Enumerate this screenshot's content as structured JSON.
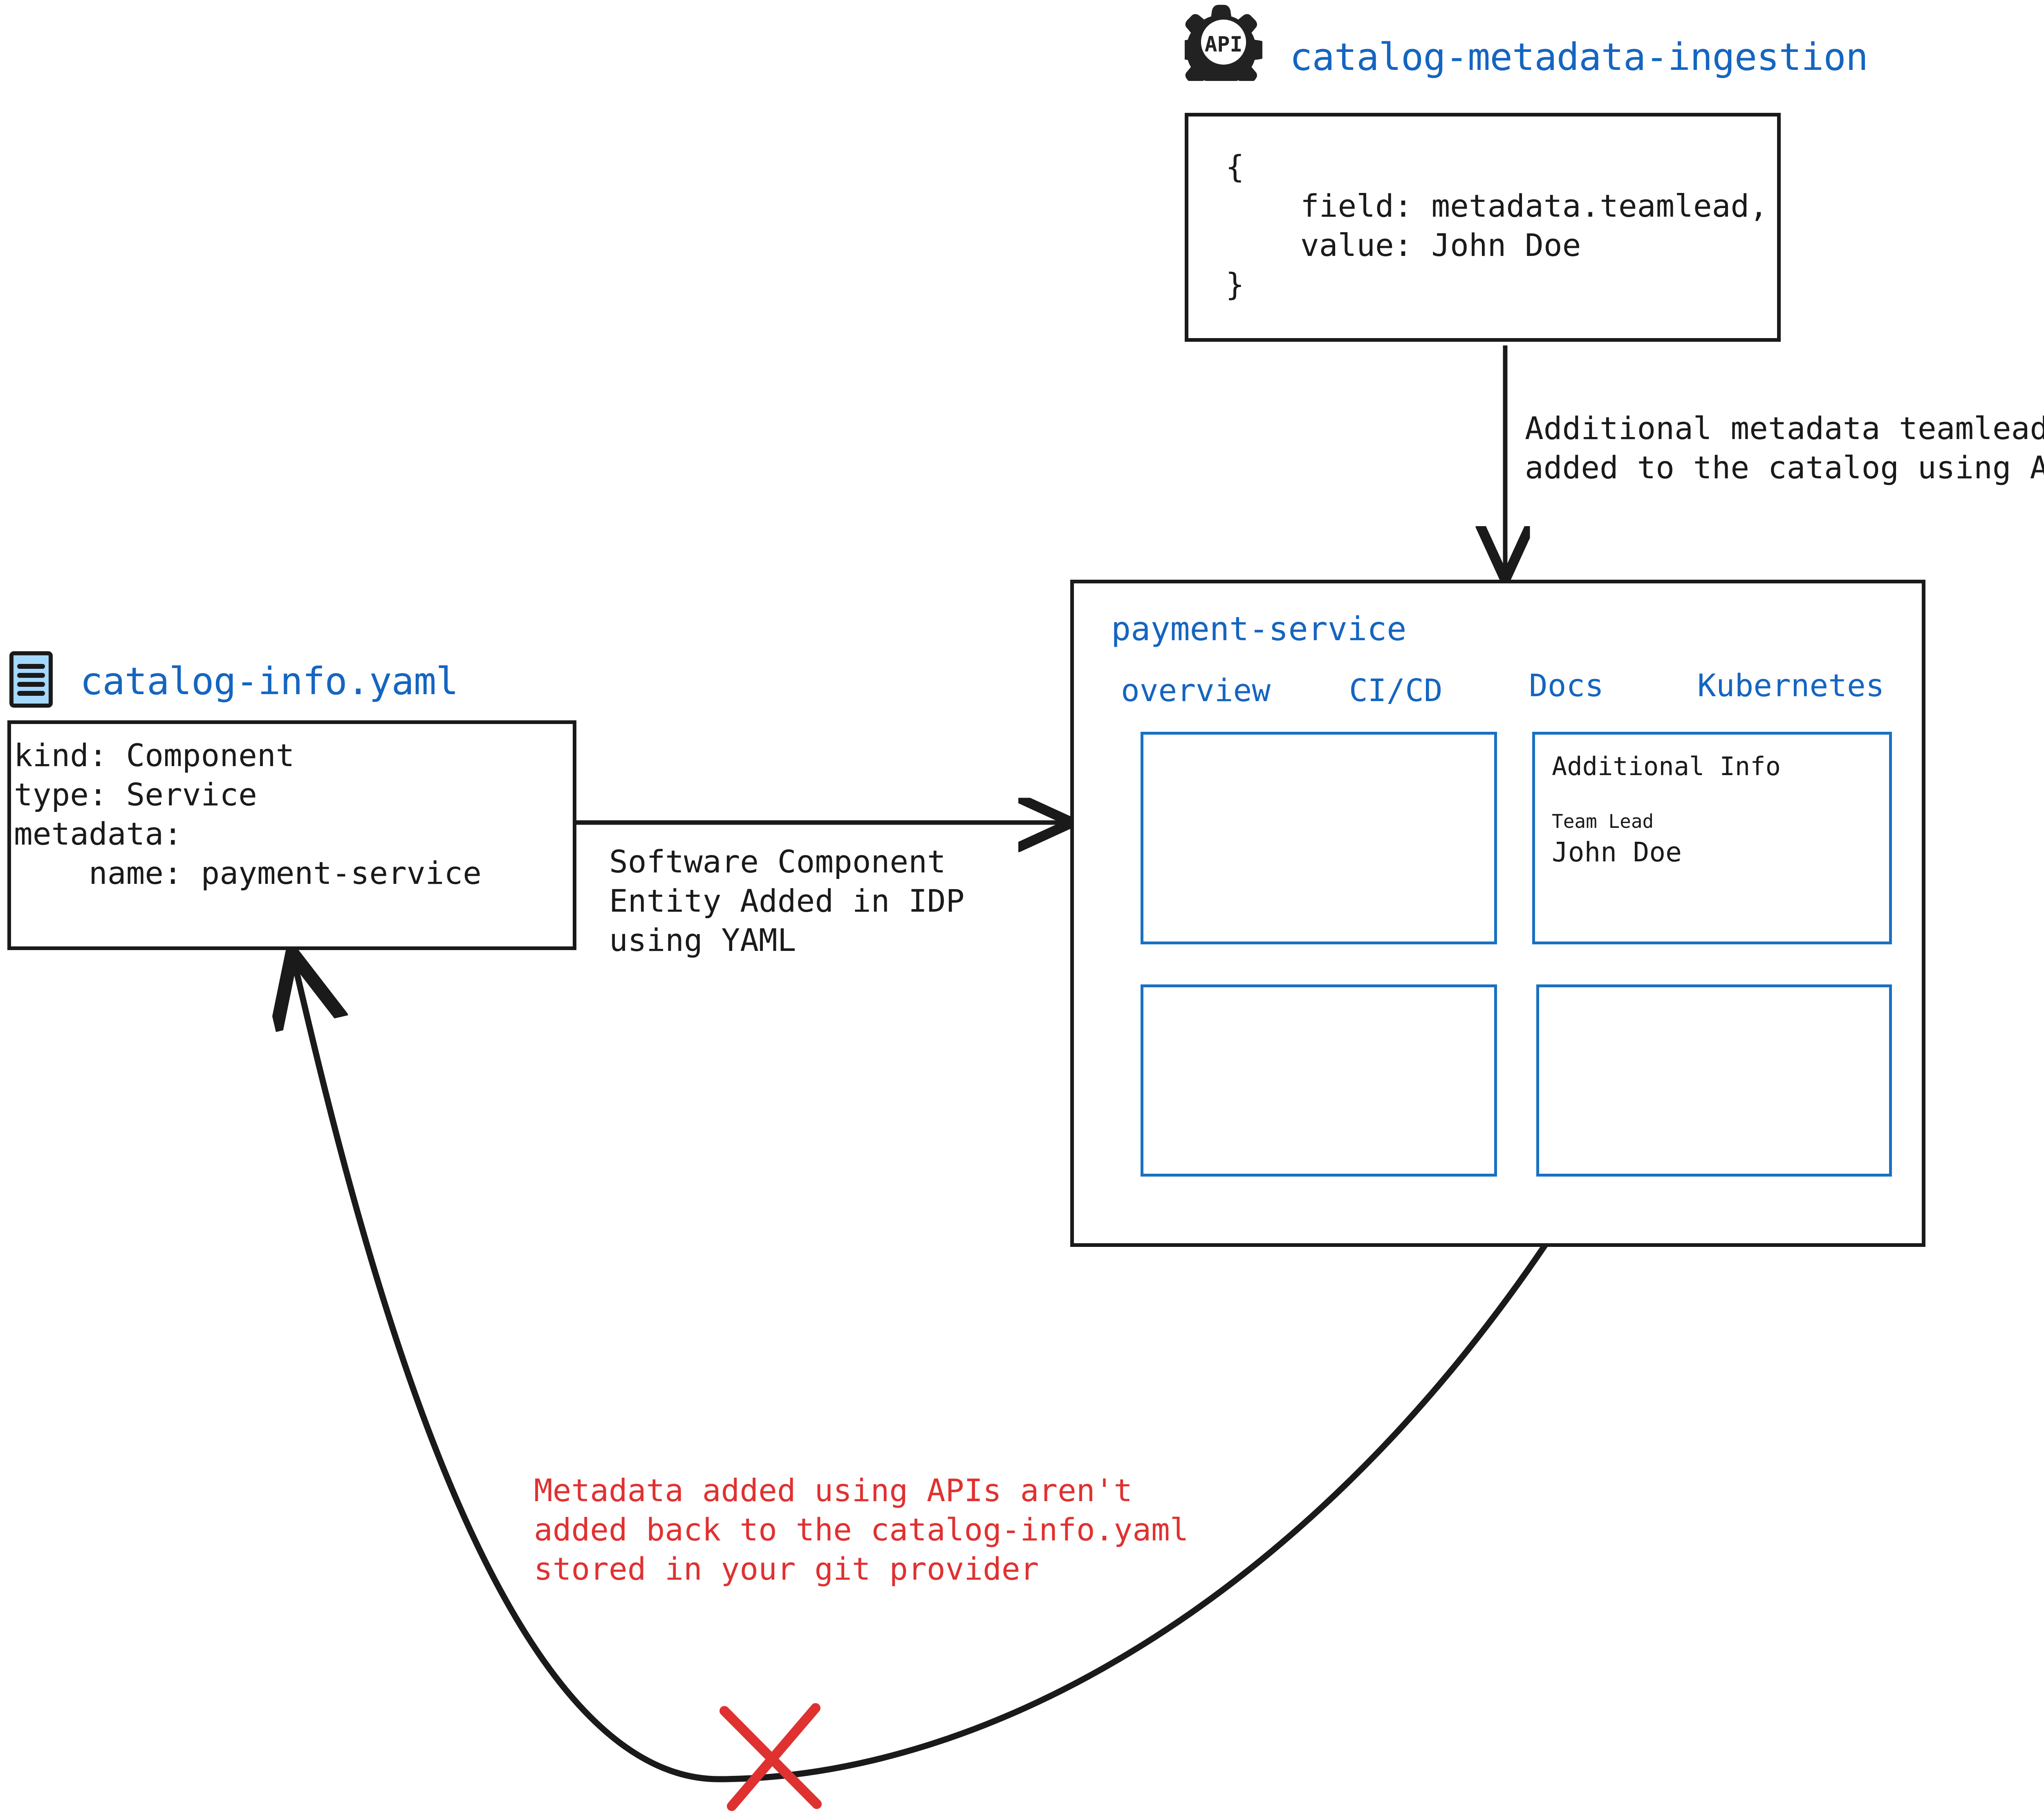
{
  "diagram": {
    "title_semantic": "backstage-catalog-metadata-flow"
  },
  "api_node": {
    "icon": "api-gear-icon",
    "icon_text": "API",
    "title": "catalog-metadata-ingestion",
    "title_color": "#1565C0",
    "code_lines": [
      "{",
      "    field: metadata.teamlead,",
      "    value: John Doe",
      "}"
    ]
  },
  "yaml_node": {
    "icon": "yaml-document-icon",
    "icon_fill": "#A5D8FF",
    "title": "catalog-info.yaml",
    "title_color": "#1565C0",
    "code_lines": [
      "kind: Component",
      "type: Service",
      "metadata:",
      "    name: payment-service"
    ]
  },
  "panel": {
    "title": "payment-service",
    "title_color": "#1565C0",
    "tabs": [
      {
        "label": "overview"
      },
      {
        "label": "CI/CD"
      },
      {
        "label": "Docs"
      },
      {
        "label": "Kubernetes"
      }
    ],
    "cards": [
      {
        "name": "overview-card",
        "heading": "",
        "key": "",
        "value": ""
      },
      {
        "name": "additional-info-card",
        "heading": "Additional Info",
        "key": "Team Lead",
        "value": "John Doe"
      },
      {
        "name": "bottom-left-card",
        "heading": "",
        "key": "",
        "value": ""
      },
      {
        "name": "bottom-right-card",
        "heading": "",
        "key": "",
        "value": ""
      }
    ]
  },
  "edges": {
    "api_to_panel_label": "Additional metadata teamlead\nadded to the catalog using APIs",
    "yaml_to_panel_label": "Software Component\nEntity Added in IDP\nusing YAML",
    "panel_to_yaml_label": "Metadata added using APIs aren't\nadded back to the catalog-info.yaml\nstored in your git provider",
    "panel_to_yaml_label_color": "#E03131",
    "blocked_marker": "red-x-icon",
    "blocked_marker_color": "#E03131"
  }
}
